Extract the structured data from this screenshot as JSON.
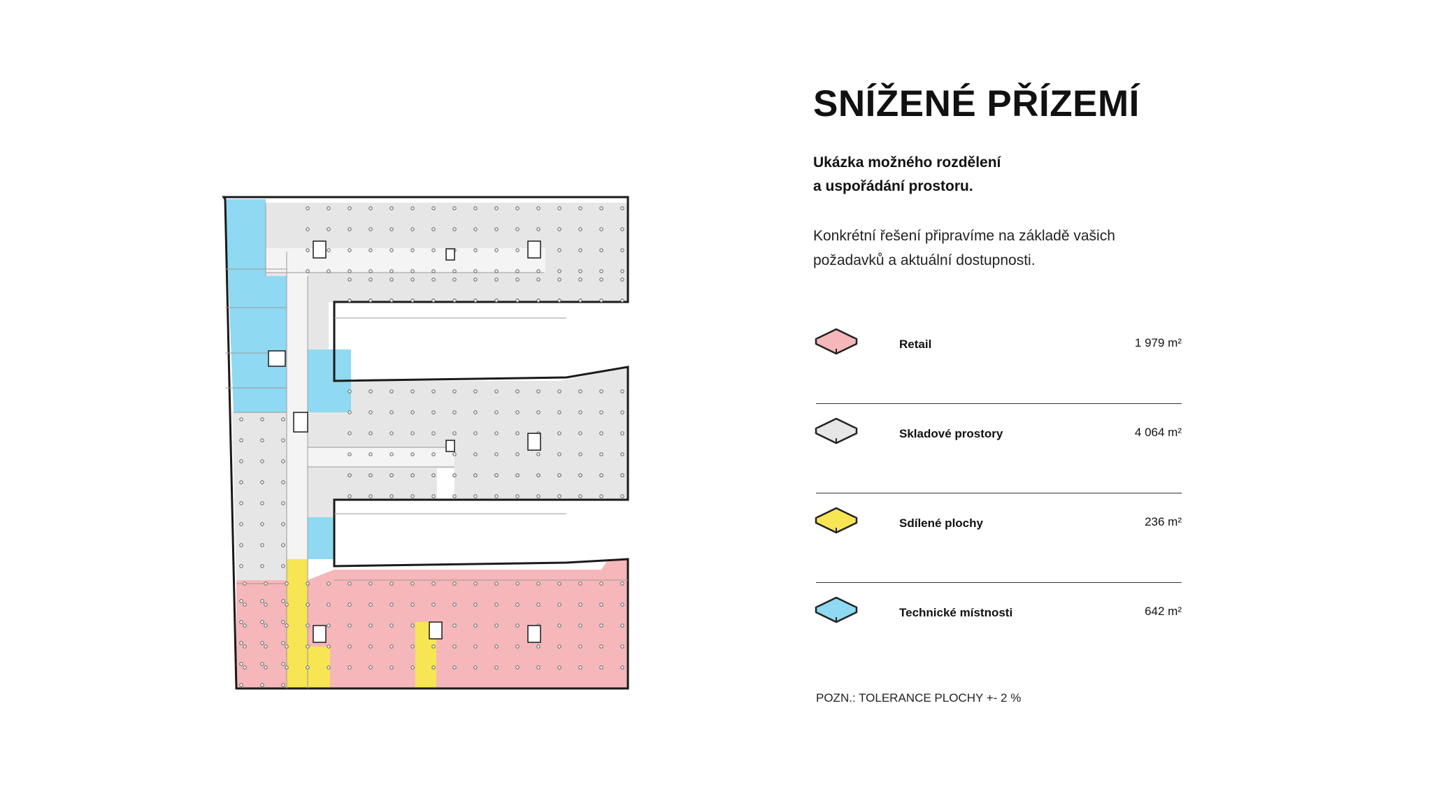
{
  "page": {
    "title": "SNÍŽENÉ PŘÍZEMÍ",
    "subtitle_lines": [
      "Ukázka možného rozdělení",
      "a uspořádání prostoru."
    ],
    "description_lines": [
      "Konkrétní řešení připravíme na základě vašich",
      "požadavků a aktuální dostupnosti."
    ],
    "note": "POZN.: TOLERANCE PLOCHY +- 2 %"
  },
  "legend": [
    {
      "label": "Retail",
      "value": "1 979 m²",
      "color": "#f6b7ba",
      "icon": "pink-tile-icon"
    },
    {
      "label": "Skladové prostory",
      "value": "4 064 m²",
      "color": "#e6e6e6",
      "icon": "grey-tile-icon"
    },
    {
      "label": "Sdílené plochy",
      "value": "236 m²",
      "color": "#f7e553",
      "icon": "yellow-tile-icon"
    },
    {
      "label": "Technické místnosti",
      "value": "642 m²",
      "color": "#8fd9f2",
      "icon": "blue-tile-icon"
    }
  ],
  "colors": {
    "wall": "#1a1a1a",
    "corridor": "#f2f2f2",
    "outline": "#9a9a9a"
  }
}
